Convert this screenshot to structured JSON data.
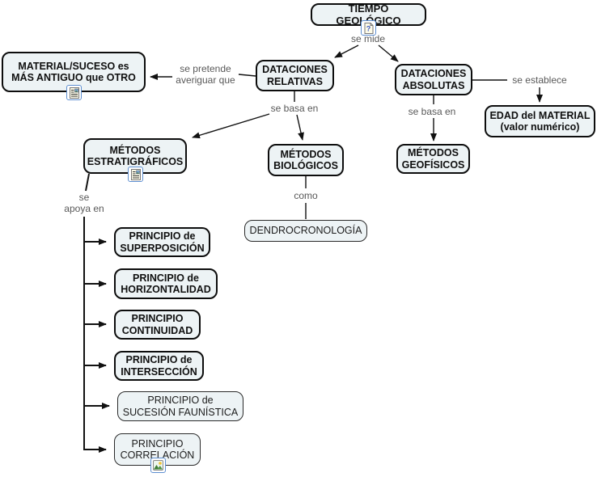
{
  "diagram": {
    "title": "TIEMPO GEOLÓGICO",
    "nodes": {
      "tiempo_geologico": {
        "label": "TIEMPO GEOLÓGICO"
      },
      "material_suceso": {
        "label": "MATERIAL/SUCESO es MÁS ANTIGUO que OTRO"
      },
      "dataciones_relativas": {
        "label": "DATACIONES RELATIVAS"
      },
      "dataciones_absolutas": {
        "label": "DATACIONES ABSOLUTAS"
      },
      "edad_material": {
        "label": "EDAD del MATERIAL (valor numérico)"
      },
      "metodos_estratigraficos": {
        "label": "MÉTODOS ESTRATIGRÁFICOS"
      },
      "metodos_biologicos": {
        "label": "MÉTODOS BIOLÓGICOS"
      },
      "metodos_geofisicos": {
        "label": "MÉTODOS GEOFÍSICOS"
      },
      "dendrocronologia": {
        "label": "DENDROCRONOLOGÍA"
      },
      "principio_superposicion": {
        "label": "PRINCIPIO de SUPERPOSICIÓN"
      },
      "principio_horizontalidad": {
        "label": "PRINCIPIO de HORIZONTALIDAD"
      },
      "principio_continuidad": {
        "label": "PRINCIPIO CONTINUIDAD"
      },
      "principio_interseccion": {
        "label": "PRINCIPIO de INTERSECCIÓN"
      },
      "principio_sucesion_faunistica": {
        "label": "PRINCIPIO de SUCESIÓN FAUNÍSTICA"
      },
      "principio_correlacion": {
        "label": "PRINCIPIO CORRELACIÓN"
      }
    },
    "link_labels": {
      "se_mide": "se mide",
      "se_pretende_averiguar_que": "se pretende\naveriguar que",
      "se_basa_en_relativas": "se basa en",
      "se_basa_en_absolutas": "se basa en",
      "se_establece": "se establece",
      "como": "como",
      "se_apoya_en": "se\napoya en"
    },
    "icons": {
      "tiempo_geologico": "question-document-icon",
      "material_suceso": "document-with-image-icon",
      "metodos_estratigraficos": "document-with-image-icon",
      "principio_correlacion": "image-icon"
    },
    "colors": {
      "node_fill": "#edf3f5",
      "node_border": "#0d0d0d",
      "link_label_text": "#595959",
      "icon_border": "#5e8fd0",
      "connector": "#111111"
    }
  }
}
